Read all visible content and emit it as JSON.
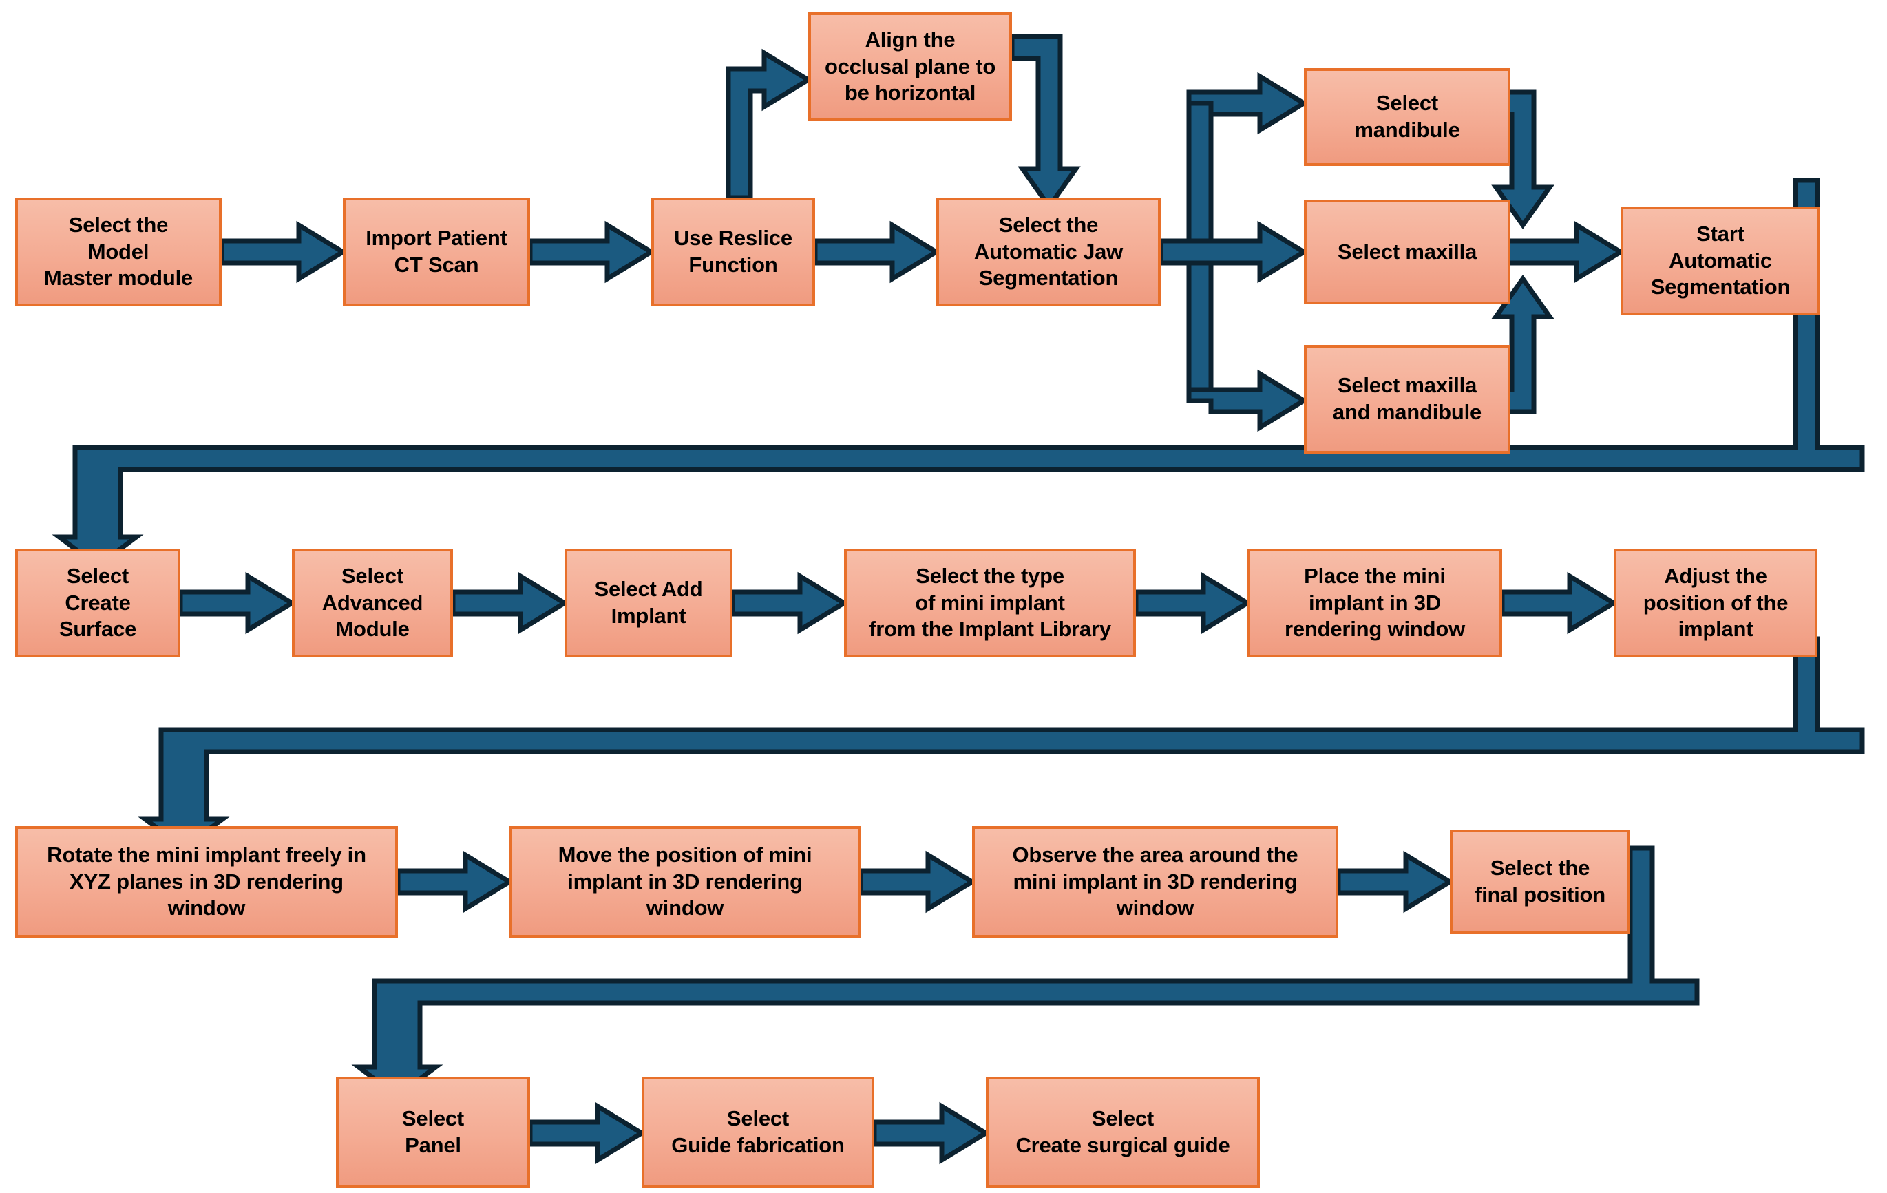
{
  "diagram": {
    "title": "Mini implant surgical guide workflow flowchart",
    "colors": {
      "node_fill_top": "#f7bda8",
      "node_fill_bottom": "#f09b80",
      "node_border": "#e8702a",
      "arrow_fill": "#1b5a80",
      "arrow_outline": "#0c2230",
      "text": "#000000",
      "background": "#ffffff"
    },
    "rows": [
      {
        "id": "row-1",
        "nodes": [
          {
            "id": "n1",
            "label": "Select the\nModel\nMaster module"
          },
          {
            "id": "n2",
            "label": "Import Patient\nCT Scan"
          },
          {
            "id": "n3",
            "label": "Use Reslice\nFunction"
          },
          {
            "id": "n4",
            "label": "Align the\nocclusal plane to\nbe horizontal"
          },
          {
            "id": "n5",
            "label": "Select the\nAutomatic Jaw\nSegmentation"
          },
          {
            "id": "n6",
            "label": "Select\nmandibule"
          },
          {
            "id": "n7",
            "label": "Select maxilla"
          },
          {
            "id": "n8",
            "label": "Select maxilla\nand mandibule"
          },
          {
            "id": "n9",
            "label": "Start\nAutomatic\nSegmentation"
          }
        ]
      },
      {
        "id": "row-2",
        "nodes": [
          {
            "id": "n10",
            "label": "Select\nCreate\nSurface"
          },
          {
            "id": "n11",
            "label": "Select\nAdvanced\nModule"
          },
          {
            "id": "n12",
            "label": "Select Add\nImplant"
          },
          {
            "id": "n13",
            "label": "Select the type\nof mini implant\nfrom the Implant Library"
          },
          {
            "id": "n14",
            "label": "Place the mini\nimplant in 3D\nrendering  window"
          },
          {
            "id": "n15",
            "label": "Adjust the\nposition of the\nimplant"
          }
        ]
      },
      {
        "id": "row-3",
        "nodes": [
          {
            "id": "n16",
            "label": "Rotate the mini implant freely in\nXYZ planes in 3D rendering\nwindow"
          },
          {
            "id": "n17",
            "label": "Move the position of mini\nimplant in 3D rendering\nwindow"
          },
          {
            "id": "n18",
            "label": "Observe the area around the\nmini implant in 3D rendering\nwindow"
          },
          {
            "id": "n19",
            "label": "Select the\nfinal position"
          }
        ]
      },
      {
        "id": "row-4",
        "nodes": [
          {
            "id": "n20",
            "label": "Select\nPanel"
          },
          {
            "id": "n21",
            "label": "Select\nGuide fabrication"
          },
          {
            "id": "n22",
            "label": "Select\nCreate surgical guide"
          }
        ]
      }
    ],
    "connectors": [
      {
        "id": "c1",
        "from": "n1",
        "to": "n2",
        "kind": "arrow-right"
      },
      {
        "id": "c2",
        "from": "n2",
        "to": "n3",
        "kind": "arrow-right"
      },
      {
        "id": "c3",
        "from": "n3",
        "to": "n5",
        "kind": "arrow-right"
      },
      {
        "id": "c4",
        "from": "n3",
        "to": "n4",
        "kind": "elbow-up-right"
      },
      {
        "id": "c5",
        "from": "n4",
        "to": "n5",
        "kind": "elbow-right-down"
      },
      {
        "id": "c6",
        "from": "n5",
        "to": "n6",
        "kind": "branch-up-right"
      },
      {
        "id": "c7",
        "from": "n5",
        "to": "n7",
        "kind": "arrow-right"
      },
      {
        "id": "c8",
        "from": "n5",
        "to": "n8",
        "kind": "branch-down-right"
      },
      {
        "id": "c9",
        "from": "n6",
        "to": "n9",
        "kind": "merge-down-right"
      },
      {
        "id": "c10",
        "from": "n7",
        "to": "n9",
        "kind": "arrow-right"
      },
      {
        "id": "c11",
        "from": "n8",
        "to": "n9",
        "kind": "merge-up-right"
      },
      {
        "id": "c12",
        "from": "n9",
        "to": "n10",
        "kind": "wrap-down-left-down"
      },
      {
        "id": "c13",
        "from": "n10",
        "to": "n11",
        "kind": "arrow-right"
      },
      {
        "id": "c14",
        "from": "n11",
        "to": "n12",
        "kind": "arrow-right"
      },
      {
        "id": "c15",
        "from": "n12",
        "to": "n13",
        "kind": "arrow-right"
      },
      {
        "id": "c16",
        "from": "n13",
        "to": "n14",
        "kind": "arrow-right"
      },
      {
        "id": "c17",
        "from": "n14",
        "to": "n15",
        "kind": "arrow-right"
      },
      {
        "id": "c18",
        "from": "n15",
        "to": "n16",
        "kind": "wrap-down-left-down"
      },
      {
        "id": "c19",
        "from": "n16",
        "to": "n17",
        "kind": "arrow-right"
      },
      {
        "id": "c20",
        "from": "n17",
        "to": "n18",
        "kind": "arrow-right"
      },
      {
        "id": "c21",
        "from": "n18",
        "to": "n19",
        "kind": "arrow-right"
      },
      {
        "id": "c22",
        "from": "n19",
        "to": "n20",
        "kind": "wrap-down-left-down"
      },
      {
        "id": "c23",
        "from": "n20",
        "to": "n21",
        "kind": "arrow-right"
      },
      {
        "id": "c24",
        "from": "n21",
        "to": "n22",
        "kind": "arrow-right"
      }
    ]
  }
}
